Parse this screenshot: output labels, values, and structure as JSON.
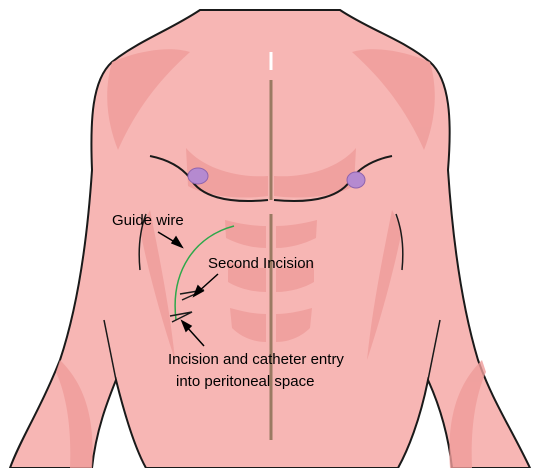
{
  "labels": {
    "guide_wire": "Guide wire",
    "second_incision": "Second Incision",
    "incision_entry_line1": "Incision and catheter entry",
    "incision_entry_line2": "into peritoneal space"
  },
  "colors": {
    "skin": "#f7b6b4",
    "skin_shadow": "#ef9c9a",
    "outline": "#1a1a1a",
    "nipple": "#b58ad0",
    "midline": "#9a7a62",
    "guide_wire": "#2ea84a"
  }
}
